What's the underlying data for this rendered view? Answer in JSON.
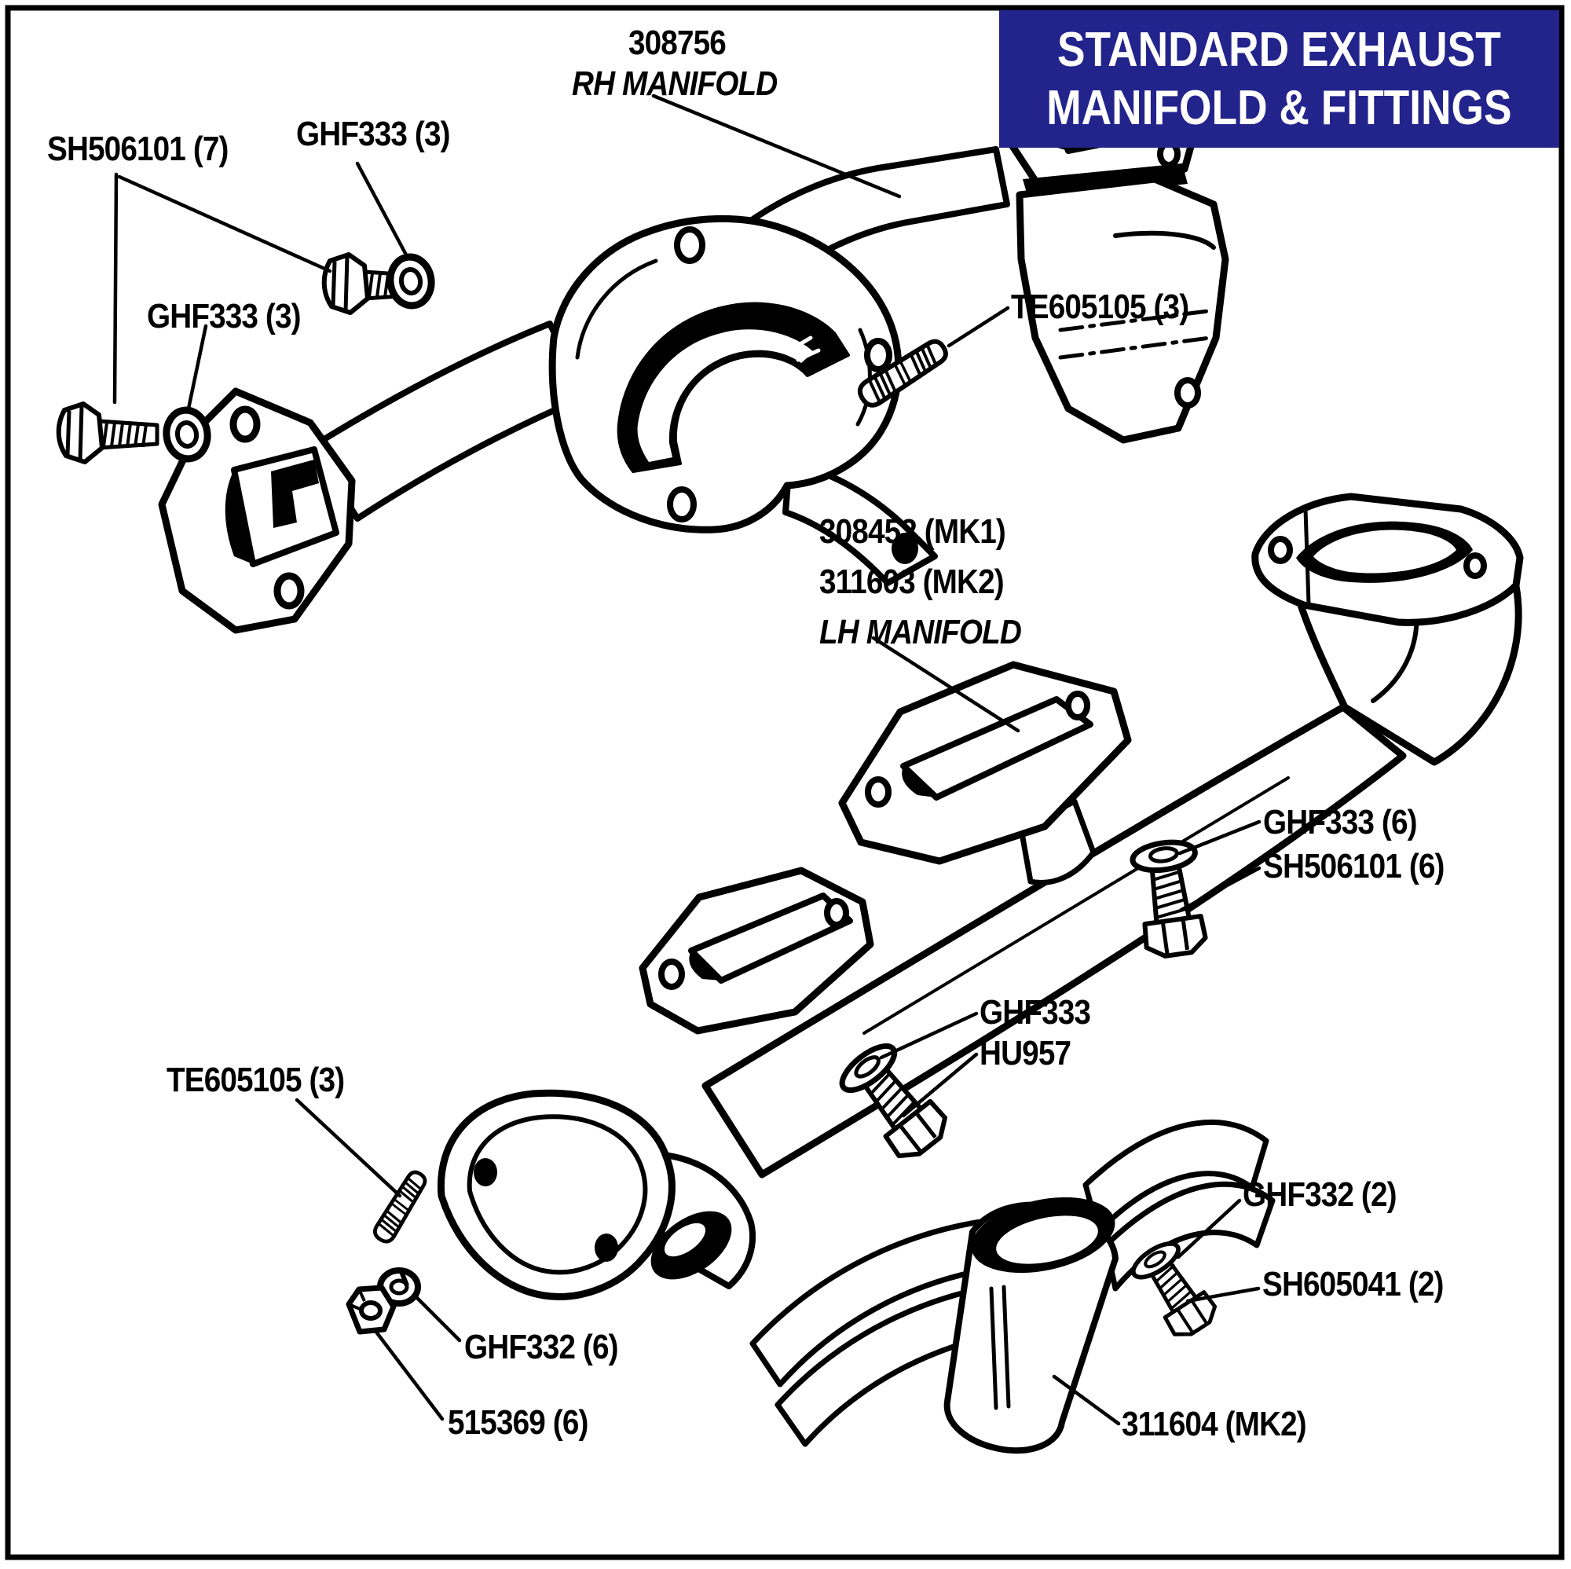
{
  "header": {
    "title_line1": "STANDARD EXHAUST",
    "title_line2": "MANIFOLD & FITTINGS",
    "bg_color": "#23238C",
    "text_color": "#FFFFFF"
  },
  "parts": {
    "rh_manifold": {
      "number": "308756",
      "name": "RH MANIFOLD"
    },
    "lh_manifold": {
      "number_mk1": "308452 (MK1)",
      "number_mk2": "311603 (MK2)",
      "name": "LH MANIFOLD"
    },
    "clamp": {
      "number": "311604 (MK2)"
    }
  },
  "callouts": {
    "ghf333_top": "GHF333 (3)",
    "sh506101_7": "SH506101 (7)",
    "ghf333_left": "GHF333 (3)",
    "te605105_upper": "TE605105 (3)",
    "ghf333_6": "GHF333 (6)",
    "sh506101_6": "SH506101 (6)",
    "ghf333_single": "GHF333",
    "hu957": "HU957",
    "te605105_lower": "TE605105 (3)",
    "ghf332_6": "GHF332 (6)",
    "nut_515369": "515369 (6)",
    "ghf332_2": "GHF332 (2)",
    "sh605041_2": "SH605041 (2)"
  },
  "line_art_color": "#000000",
  "background_color": "#FFFFFF"
}
